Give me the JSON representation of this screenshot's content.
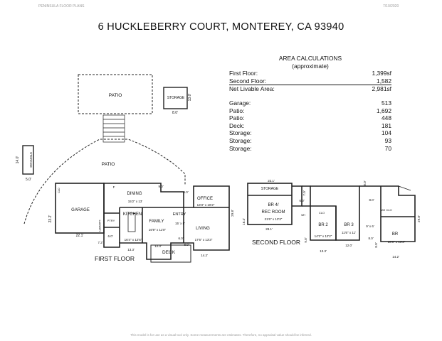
{
  "header": {
    "brand": "PENINSULA FLOOR PLANS",
    "date": "7/10/2020"
  },
  "title": "6 HUCKLEBERRY COURT, MONTEREY, CA 93940",
  "area": {
    "heading": "AREA CALCULATIONS",
    "subheading": "(approximate)",
    "summary": [
      {
        "label": "First Floor:",
        "value": "1,399sf"
      },
      {
        "label": "Second Floor:",
        "value": "1,582"
      },
      {
        "label": "Net Livable Area:",
        "value": "2,981sf"
      }
    ],
    "other": [
      {
        "label": "Garage:",
        "value": "513"
      },
      {
        "label": "Patio:",
        "value": "1,692"
      },
      {
        "label": "Patio:",
        "value": "448"
      },
      {
        "label": "Deck:",
        "value": "181"
      },
      {
        "label": "Storage:",
        "value": "104"
      },
      {
        "label": "Storage:",
        "value": "93"
      },
      {
        "label": "Storage:",
        "value": "70"
      }
    ]
  },
  "first_floor": {
    "caption": "FIRST FLOOR",
    "patio_top": "PATIO",
    "storage_top": "STORAGE",
    "storage_top_dim_h": "13.0'",
    "storage_top_dim_w": "8.0'",
    "patio_big": "PATIO",
    "storage_left": "STORAGE",
    "storage_left_dim_h": "14.0'",
    "storage_left_dim_w": "5.0'",
    "garage": "GARAGE",
    "garage_dim_h": "23.2'",
    "garage_dim_w": "22.1'",
    "dining": "DINING",
    "dining_dim": "15'2\" x 13'",
    "kitchen": "KITCHEN",
    "kitchen_dim": "16'4\" x 12'6\"",
    "family": "FAMILY",
    "family_dim": "16'9\" x 11'0\"",
    "entry": "ENTRY",
    "entry_dim": "15' x 8'",
    "office": "OFFICE",
    "office_dim": "13'3\" x 10'2\"",
    "living": "LIVING",
    "living_dim": "17'6\" x 13'3\"",
    "deck": "DECK",
    "ptry": "PTRY",
    "laundry": "LAUNDRY",
    "clo": "CLO",
    "d_90": "9.0'",
    "d_60a": "6.0'",
    "d_60b": "6.0'",
    "d_72": "7.2'",
    "d_60c": "6.0'",
    "d_120": "12.0'",
    "d_133": "13.3'",
    "d_142": "14.2'",
    "d_298": "29.8'",
    "d_80": "8.0'",
    "d_f": "F"
  },
  "second_floor": {
    "caption": "SECOND FLOOR",
    "storage": "STORAGE",
    "storage_dim": "22.1'",
    "br4": "BR 4/",
    "rec": "REC ROOM",
    "br4_dim": "21'6\" x 13'3\"",
    "br4_dim_w": "28.1'",
    "br4_dim_h": "16.4'",
    "br2": "BR 2",
    "br2_dim": "14'2\" x 12'2\"",
    "br2_dim_w": "13.3'",
    "br3": "BR 3",
    "br3_dim": "11'6\" x 11'",
    "br3_dim_w": "12.0'",
    "br": "BR",
    "br_dim": "16'6\" x 13'3\"",
    "br_dim_w": "14.2'",
    "br_dim_h": "29.8'",
    "wi_clo": "W/I CLO",
    "clo": "CLO",
    "wh": "WH",
    "d_70": "7.0'",
    "d_60": "6.0'",
    "d_80a": "8.0'",
    "d_80b": "8.0'",
    "d_80c": "8.0'",
    "d_96": "9' x 6'",
    "d_98": "9.8'",
    "d_80d": "8.0'"
  },
  "footer": "This model is for use as a visual tool only. Some measurements are estimates. Therefore, no appraisal value should be inferred."
}
